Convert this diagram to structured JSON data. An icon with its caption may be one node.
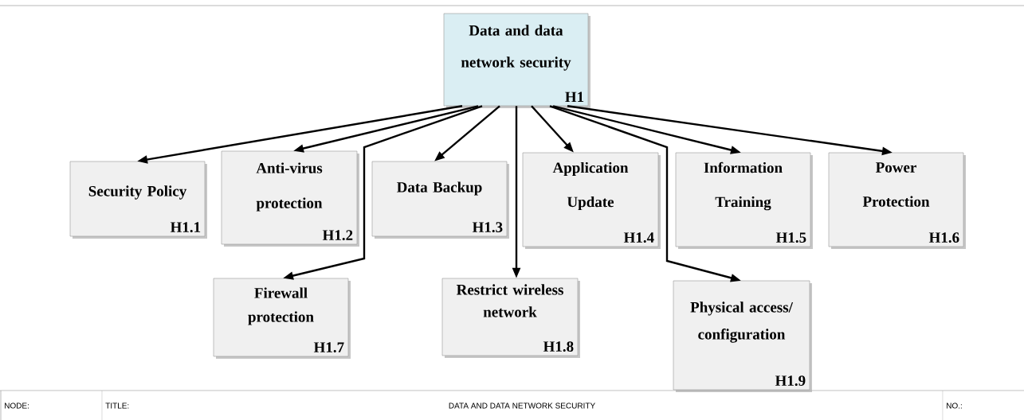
{
  "diagram": {
    "nodes": [
      {
        "text": [
          "Data and data network security",
          "H1"
        ]
      },
      {
        "text": [
          "Security Policy",
          "H1.1"
        ]
      },
      {
        "text": [
          "Anti-virus protection",
          "H1.2"
        ]
      },
      {
        "text": [
          "Data Backup",
          "H1.3"
        ]
      },
      {
        "text": [
          "Application Update",
          "H1.4"
        ]
      },
      {
        "text": [
          "Information Training",
          "H1.5"
        ]
      },
      {
        "text": [
          "Power Protection",
          "H1.6"
        ]
      },
      {
        "text": [
          "Firewall protection",
          "H1.7"
        ]
      },
      {
        "text": [
          "Restrict wireless network",
          "H1.8"
        ]
      },
      {
        "text": [
          "Physical access/ configuration",
          "H1.9"
        ]
      }
    ],
    "edges": [
      {
        "from": 0,
        "to": 1,
        "arrow": "to"
      },
      {
        "from": 0,
        "to": 2,
        "arrow": "to"
      },
      {
        "from": 0,
        "to": 7,
        "arrow": "to"
      },
      {
        "from": 0,
        "to": 3,
        "arrow": "to"
      },
      {
        "from": 0,
        "to": 8,
        "arrow": "to"
      },
      {
        "from": 0,
        "to": 4,
        "arrow": "to"
      },
      {
        "from": 0,
        "to": 9,
        "arrow": "to"
      },
      {
        "from": 0,
        "to": 5,
        "arrow": "to"
      },
      {
        "from": 0,
        "to": 6,
        "arrow": "to"
      }
    ],
    "labels": [
      "NODE:",
      "TITLE:",
      "DATA AND DATA NETWORK SECURITY",
      "NO.:"
    ]
  }
}
